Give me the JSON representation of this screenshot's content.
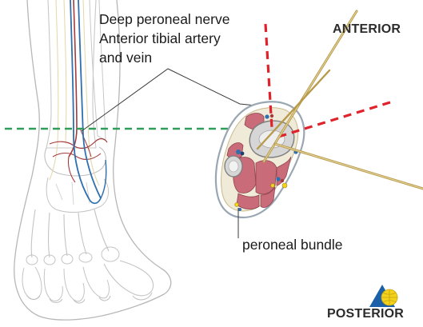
{
  "labels": {
    "nerve": "Deep peroneal nerve",
    "artery": "Anterior tibial artery",
    "vein": "and vein",
    "anterior": "ANTERIOR",
    "posterior": "POSTERIOR",
    "bundle": "peroneal bundle"
  },
  "colors": {
    "vein_blue": "#2f6fae",
    "artery_red": "#a63a3a",
    "bone_outline": "#9aa7b3",
    "muscle": "#c96b78",
    "green_dashed": "#2e9e5a",
    "red_dashed": "#e0232b",
    "needle": "#b79a4a",
    "logo_yellow": "#f2d21b",
    "logo_blue": "#1b5fa8"
  }
}
